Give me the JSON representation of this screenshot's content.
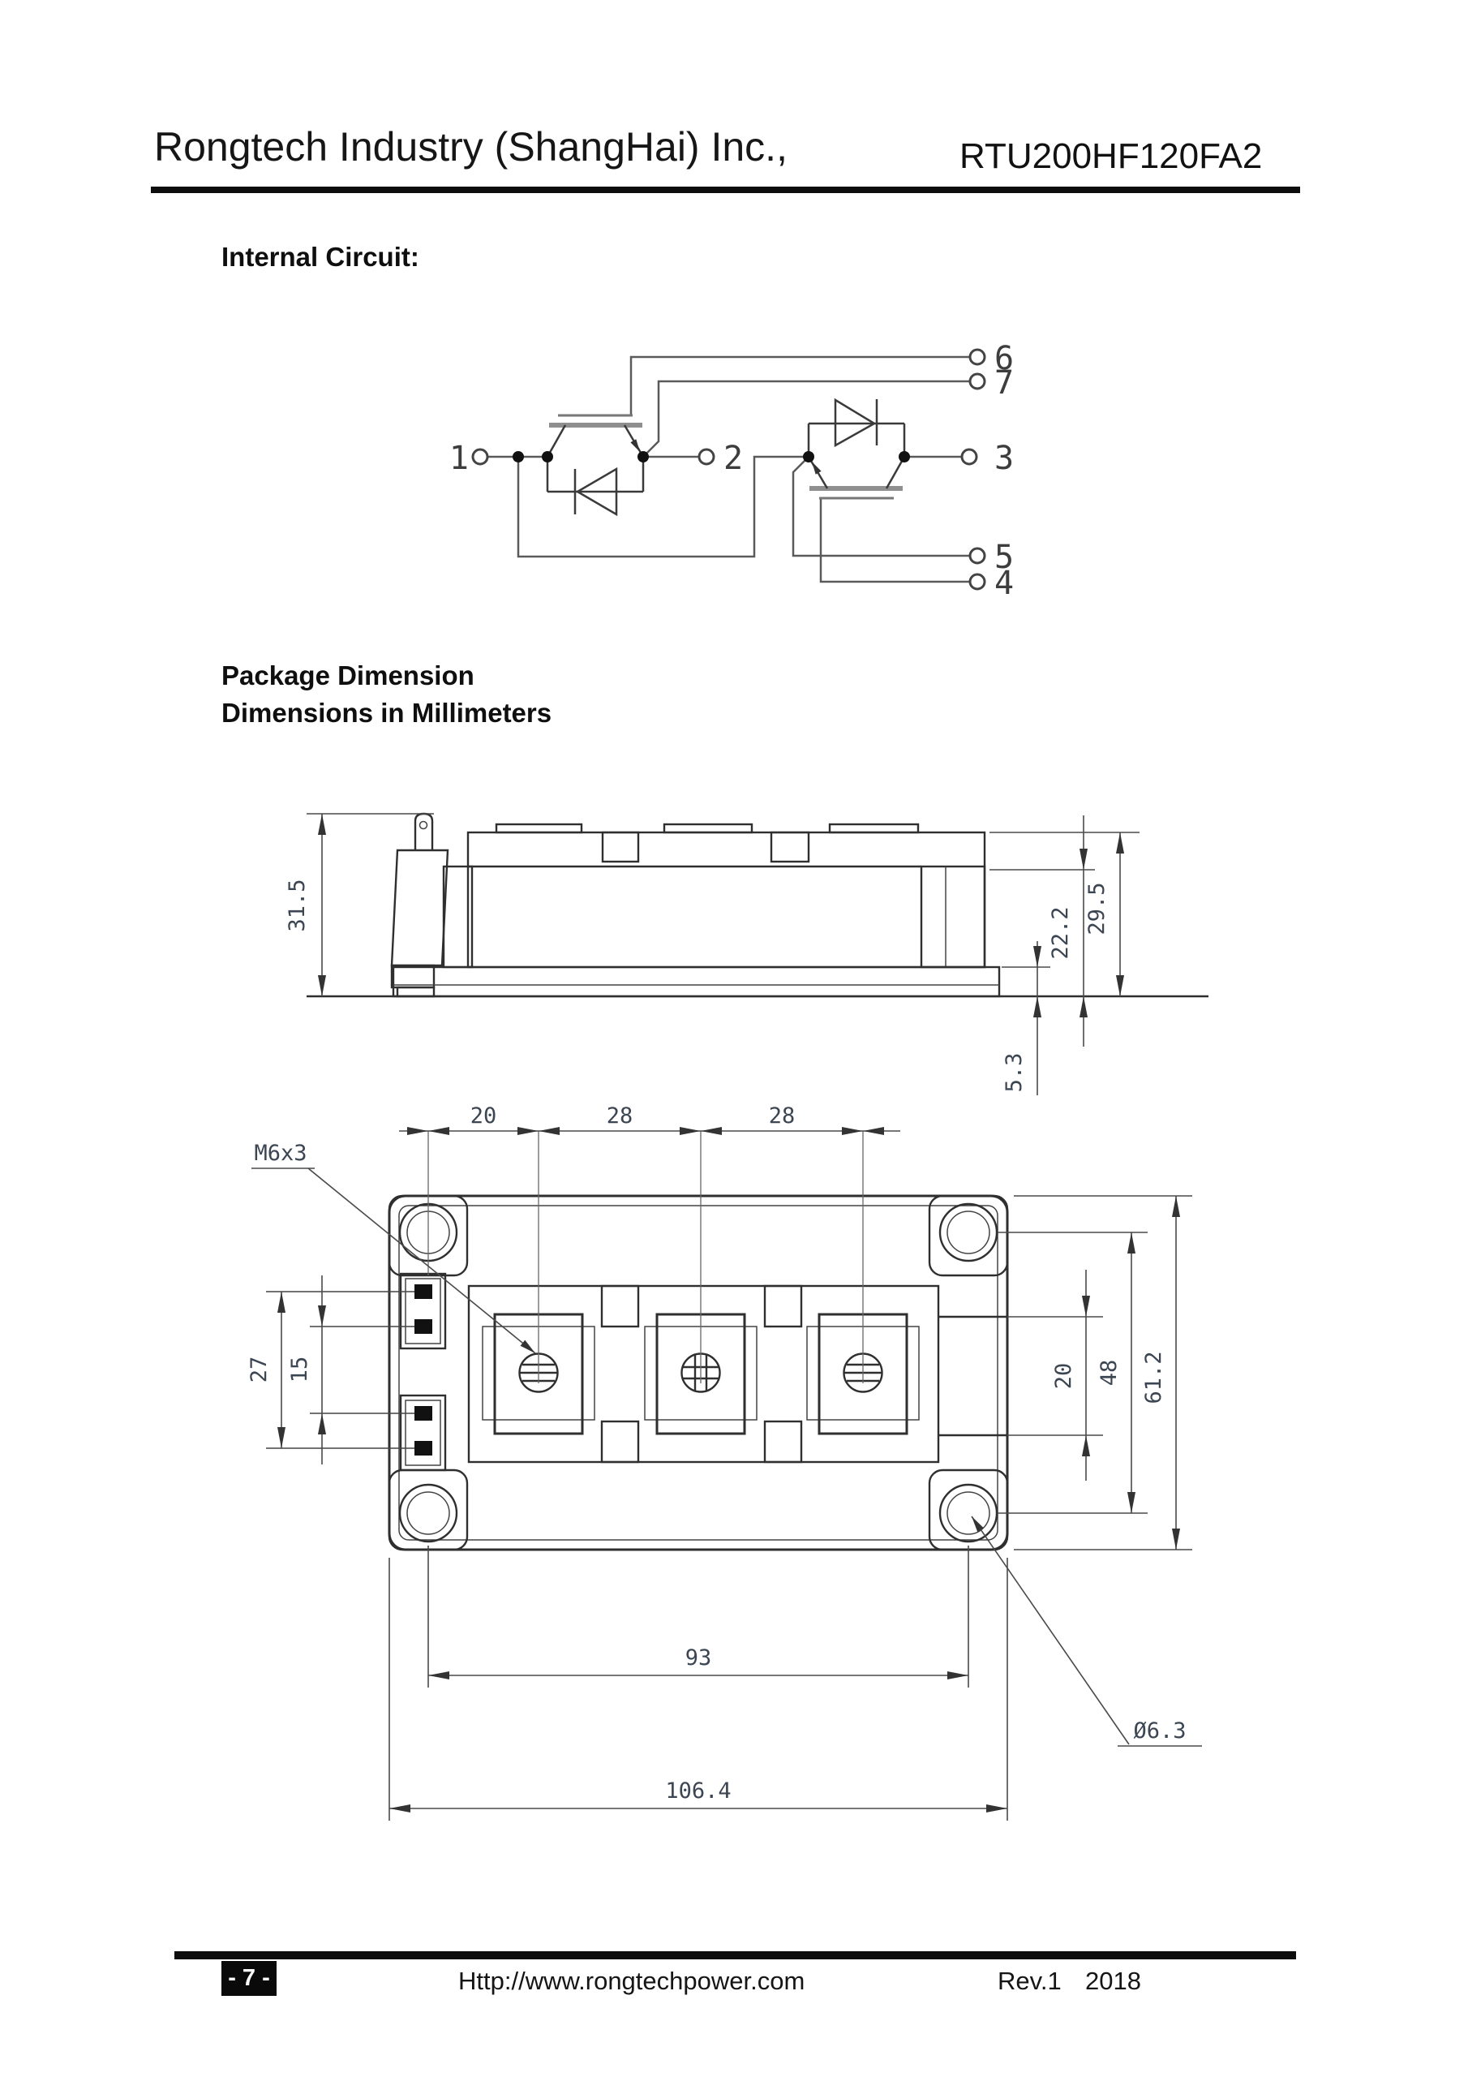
{
  "header": {
    "company": "Rongtech Industry (ShangHai) Inc.,",
    "part_number": "RTU200HF120FA2"
  },
  "internal_circuit": {
    "title": "Internal Circuit:",
    "terminals": {
      "t1": "1",
      "t2": "2",
      "t3": "3",
      "t4": "4",
      "t5": "5",
      "t6": "6",
      "t7": "7"
    }
  },
  "package": {
    "title": "Package Dimension",
    "subtitle": "Dimensions in Millimeters",
    "side_view": {
      "total_height": "31.5",
      "case_height": "22.2",
      "body_height": "29.5",
      "baseplate_thickness": "5.3"
    },
    "top_view": {
      "hole_to_screw": "20",
      "screw_pitch_a": "28",
      "screw_pitch_b": "28",
      "thread_label": "M6x3",
      "pin_span_outer": "27",
      "pin_span_inner": "15",
      "terminal_block_width": "20",
      "hole_pitch": "48",
      "body_width": "61.2",
      "hole_span": "93",
      "body_length": "106.4",
      "hole_diameter": "Ø6.3"
    }
  },
  "footer": {
    "page_number": "- 7 -",
    "website": "Http://www.rongtechpower.com",
    "revision": "Rev.1",
    "year": "2018"
  }
}
